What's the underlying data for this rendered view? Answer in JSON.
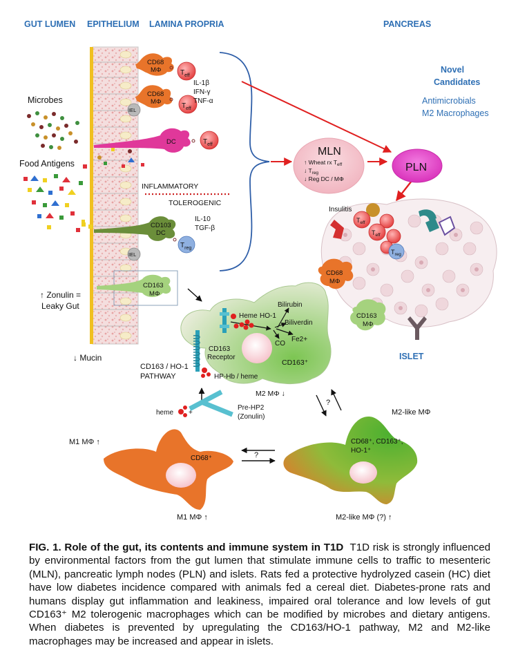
{
  "colors": {
    "header_blue": "#2e6fb4",
    "gut_yellow": "#f0c020",
    "macrophage_orange": "#e8742a",
    "dc_magenta": "#e0389a",
    "teff_red": "#e83c3c",
    "tolerogenic_green": "#6aa84f",
    "mln_pink": "#f6c7cf",
    "pln_magenta": "#e645c8",
    "divider_red": "#cc1f1f"
  },
  "headers": {
    "gut_lumen": "GUT LUMEN",
    "epithelium": "EPITHELIUM",
    "lamina_propria": "LAMINA PROPRIA",
    "pancreas": "PANCREAS"
  },
  "candidates": {
    "novel_1": "Novel",
    "novel_2": "Candidates",
    "anti": "Antimicrobials",
    "m2": "M2 Macrophages"
  },
  "left_labels": {
    "microbes": "Microbes",
    "food_antigens": "Food Antigens",
    "zonulin_1": "↑ Zonulin =",
    "zonulin_2": "Leaky Gut",
    "mucin": "↓ Mucin"
  },
  "cells": {
    "cd68_name": "CD68",
    "mphi": "MΦ",
    "teff_base": "T",
    "teff_sub": "eff",
    "treg_base": "T",
    "treg_sub": "reg",
    "iel": "IEL",
    "dc": "DC",
    "cd103": "CD103",
    "cd163_name": "CD163",
    "cytokines_inflam_1": "IL-1β",
    "cytokines_inflam_2": "IFN-γ",
    "cytokines_inflam_3": "TNF-α",
    "cytokines_tol_1": "IL-10",
    "cytokines_tol_2": "TGF-β",
    "inflammatory": "INFLAMMATORY",
    "tolerogenic": "TOLEROGENIC"
  },
  "mln": {
    "title": "MLN",
    "line1": "↑ Wheat rx T",
    "line1_sub": "eff",
    "line2": "↓ T",
    "line2_sub": "reg",
    "line3": "↓ Reg DC / MΦ"
  },
  "pln": {
    "title": "PLN"
  },
  "islet": {
    "insulitis": "Insulitis",
    "label": "ISLET"
  },
  "pathway": {
    "heme": "Heme",
    "ho1": "HO-1",
    "bilirubin": "Bilirubin",
    "biliverdin": "Biliverdin",
    "co": "CO",
    "fe2": "Fe2+",
    "cd163_plus": "CD163⁺",
    "receptor_1": "CD163",
    "receptor_2": "Receptor",
    "pathway_1": "CD163 / HO-1",
    "pathway_2": "PATHWAY",
    "hp_hb": "HP-Hb / heme",
    "heme_plus": "heme",
    "plus": "+",
    "prehp2_1": "Pre-HP2",
    "prehp2_2": "(Zonulin)",
    "m2_down": "M2 MΦ ↓",
    "question": "?"
  },
  "bottom": {
    "m1_top": "M1 MΦ  ↑",
    "cd68_plus": "CD68⁺",
    "m1_bottom": "M1 MΦ ↑",
    "m2like_top": "M2-like MΦ",
    "m2_markers_1": "CD68⁺, CD163⁺,",
    "m2_markers_2": "HO-1⁺",
    "m2like_bottom": "M2-like MΦ (?) ↑",
    "question": "?"
  },
  "caption": {
    "title": "FIG. 1.  Role of the gut, its contents and immune system in T1D",
    "body": "T1D risk is strongly influenced by environmental factors from the gut lumen that stimulate immune cells to traffic to mesenteric (MLN), pancreatic lymph nodes (PLN) and islets. Rats fed a protective hydrolyzed casein (HC) diet have low diabetes incidence compared with animals fed a cereal diet.  Diabetes-prone rats and humans display gut inflammation and leakiness, impaired oral tolerance and low levels of gut CD163⁺ M2 tolerogenic macrophages which can be modified by microbes and dietary antigens. When diabetes is prevented by upregulating the CD163/HO-1 pathway, M2 and M2-like macrophages may be increased and appear in islets."
  }
}
